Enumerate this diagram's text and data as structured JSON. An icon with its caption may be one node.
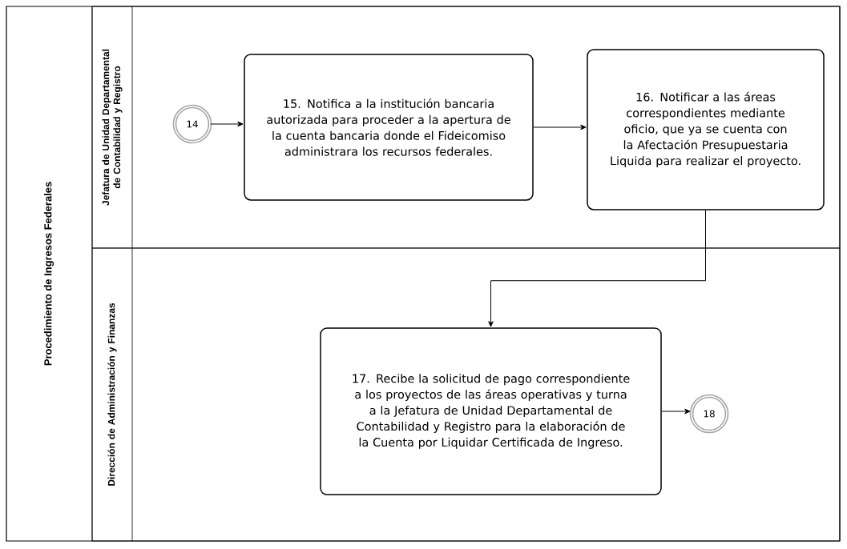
{
  "diagram": {
    "nodes": [
      {
        "text": [
          "Procedimiento de Ingresos Federales"
        ]
      },
      {
        "text": [
          "Jefatura de Unidad Departamental de Contabilidad y Registro"
        ],
        "in": 0
      },
      {
        "text": [
          "Dirección de Administración y Finanzas"
        ],
        "in": 0
      },
      {
        "text": [
          "14"
        ],
        "in": 1
      },
      {
        "text": [
          "15. Notifica a la institución bancaria autorizada para proceder a la apertura de la cuenta bancaria donde el Fideicomiso administrara los recursos federales."
        ],
        "in": 1
      },
      {
        "text": [
          "16. Notificar a las áreas correspondientes mediante oficio, que ya se cuenta con la Afectación Presupuestaria Liquida para realizar el proyecto."
        ],
        "in": 1
      },
      {
        "text": [
          "17. Recibe la solicitud de pago correspondiente a los proyectos de las áreas operativas y turna a la Jefatura de Unidad Departamental de Contabilidad y Registro para la elaboración de la Cuenta por Liquidar Certificada de Ingreso."
        ],
        "in": 2
      },
      {
        "text": [
          "18"
        ],
        "in": 2
      }
    ],
    "edges": [
      {
        "from": 3,
        "to": 4,
        "arrow": "to"
      },
      {
        "from": 4,
        "to": 5,
        "arrow": "to"
      },
      {
        "from": 5,
        "to": 6,
        "arrow": "to"
      },
      {
        "from": 6,
        "to": 7,
        "arrow": "to"
      }
    ]
  }
}
